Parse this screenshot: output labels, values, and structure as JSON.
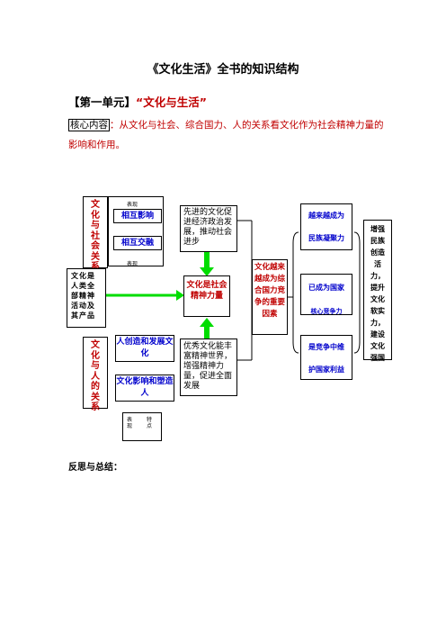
{
  "doc": {
    "title": "《文化生活》全书的知识结构",
    "unit_prefix": "【第一单元】",
    "unit_title": "“文化与生活”",
    "core_label": "核心内容",
    "core_text": "：从文化与社会、综合国力、人的关系看文化作为社会精神力量的影响和作用。",
    "reflection": "反思与总结："
  },
  "diagram": {
    "left_top": "文化与社会关系",
    "left_mid": "文化是人类全部精神活动及其产品",
    "left_bottom": "文化与人的关系",
    "rel1": "相互影响",
    "rel2": "相互交融",
    "rel3": "人创造和发展文化",
    "rel4": "文化影响和塑造人",
    "top_small1": "表现",
    "top_small2": "表现",
    "bottom_small1": "表现",
    "bottom_small2": "特点",
    "advanced": "先进的文化促进经济政治发展，推动社会进步",
    "center": "文化是社会精神力量",
    "excellent": "优秀文化能丰富精神世界，增强精神力量，促进全面发展",
    "competition": "文化越来越成为综合国力竞争的重要因素",
    "r1a": "越来越成为",
    "r1b": "民族凝聚力",
    "r2a": "已成为国家",
    "r2b": "核心竞争力",
    "r3a": "是竞争中维",
    "r3b": "护国家利益",
    "final": "增强民族创造活力，提升文化软实力，建设文化强国"
  }
}
